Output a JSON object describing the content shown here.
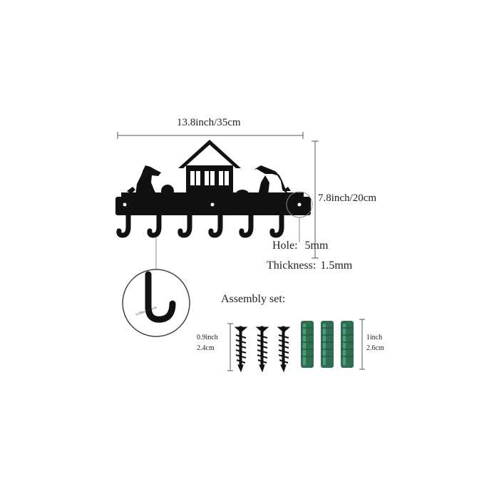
{
  "dimensions": {
    "width_label": "13.8inch/35cm",
    "height_label": "7.8inch/20cm",
    "hook_size_label": "0.59inch/1.5cm"
  },
  "specs": {
    "hole_label": "Hole:",
    "hole_value": "5mm",
    "thickness_label": "Thickness:",
    "thickness_value": "1.5mm"
  },
  "assembly": {
    "title": "Assembly set:",
    "screw_length_inch": "0.9inch",
    "screw_length_cm": "2.4cm",
    "anchor_length_inch": "1inch",
    "anchor_length_cm": "2.6cm"
  },
  "colors": {
    "metal": "#111111",
    "anchor_green": "#2f6e52",
    "anchor_highlight": "#4d9a78",
    "dimension_line": "#555555"
  }
}
